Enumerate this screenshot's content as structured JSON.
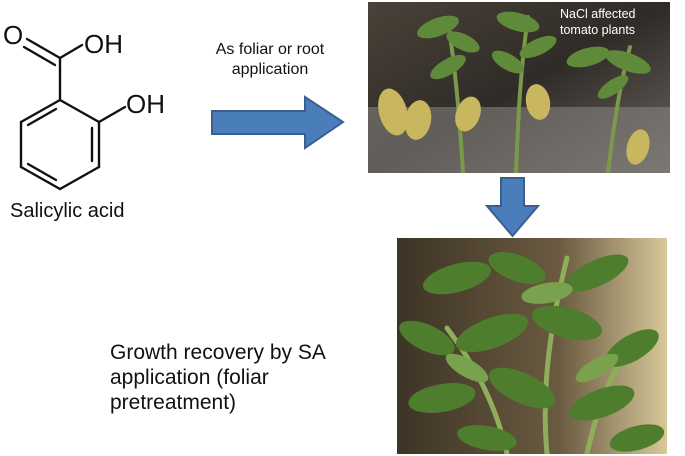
{
  "compound": {
    "name": "Salicylic acid",
    "groups": {
      "carboxyl_o": "O",
      "carboxyl_oh": "OH",
      "hydroxyl": "OH"
    }
  },
  "application_text": "As foliar or root application",
  "top_photo_caption": "NaCl affected tomato plants",
  "result_text": "Growth recovery by SA application (foliar pretreatment)",
  "colors": {
    "arrow_fill": "#4a7ebb",
    "arrow_stroke": "#3a5f8f",
    "top_photo_background": "#3b3630",
    "bottom_photo_background": "#6a5a40",
    "leaf_green": "#5f8a3a",
    "yellow_leaf": "#c9b760"
  }
}
